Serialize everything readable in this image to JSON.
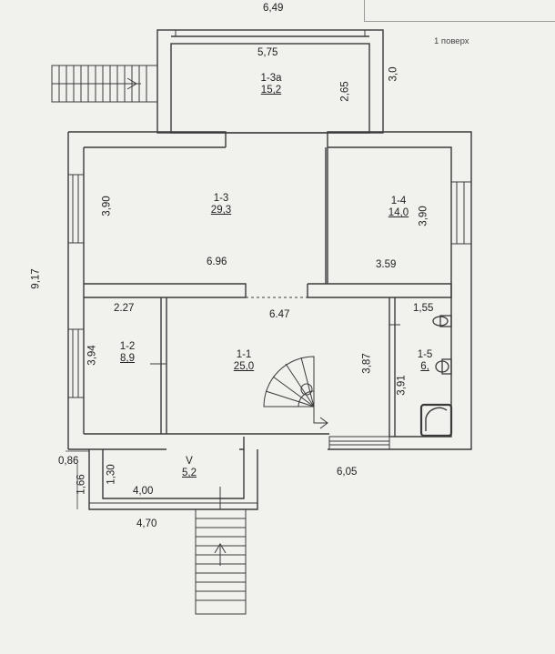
{
  "header": {
    "floor_title": "1 поверх"
  },
  "rooms": [
    {
      "id": "1-3а",
      "area": "15,2"
    },
    {
      "id": "1-3",
      "area": "29,3"
    },
    {
      "id": "1-4",
      "area": "14,0"
    },
    {
      "id": "1-2",
      "area": "8,9"
    },
    {
      "id": "1-1",
      "area": "25,0"
    },
    {
      "id": "1-5",
      "area": "6,"
    },
    {
      "id": "V",
      "area": "5,2"
    }
  ],
  "dimensions": {
    "top_width": "6,49",
    "terrace_width": "5,75",
    "terrace_inner_height": "2,65",
    "terrace_outer_height": "3,0",
    "r13_height": "3,90",
    "r13_width": "6.96",
    "r14_height": "3,90",
    "r14_width": "3.59",
    "overall_height": "9,17",
    "r12_width": "2.27",
    "r12_height": "3,94",
    "r11_width": "6.47",
    "r11_height": "3,87",
    "r15_width": "1,55",
    "r15_height": "3,91",
    "porch_offset": "0,86",
    "porch_height_outer": "1,66",
    "porch_height_inner": "1,30",
    "porch_inner_width": "4,00",
    "porch_outer_width": "4,70",
    "bottom_right_width": "6,05"
  }
}
